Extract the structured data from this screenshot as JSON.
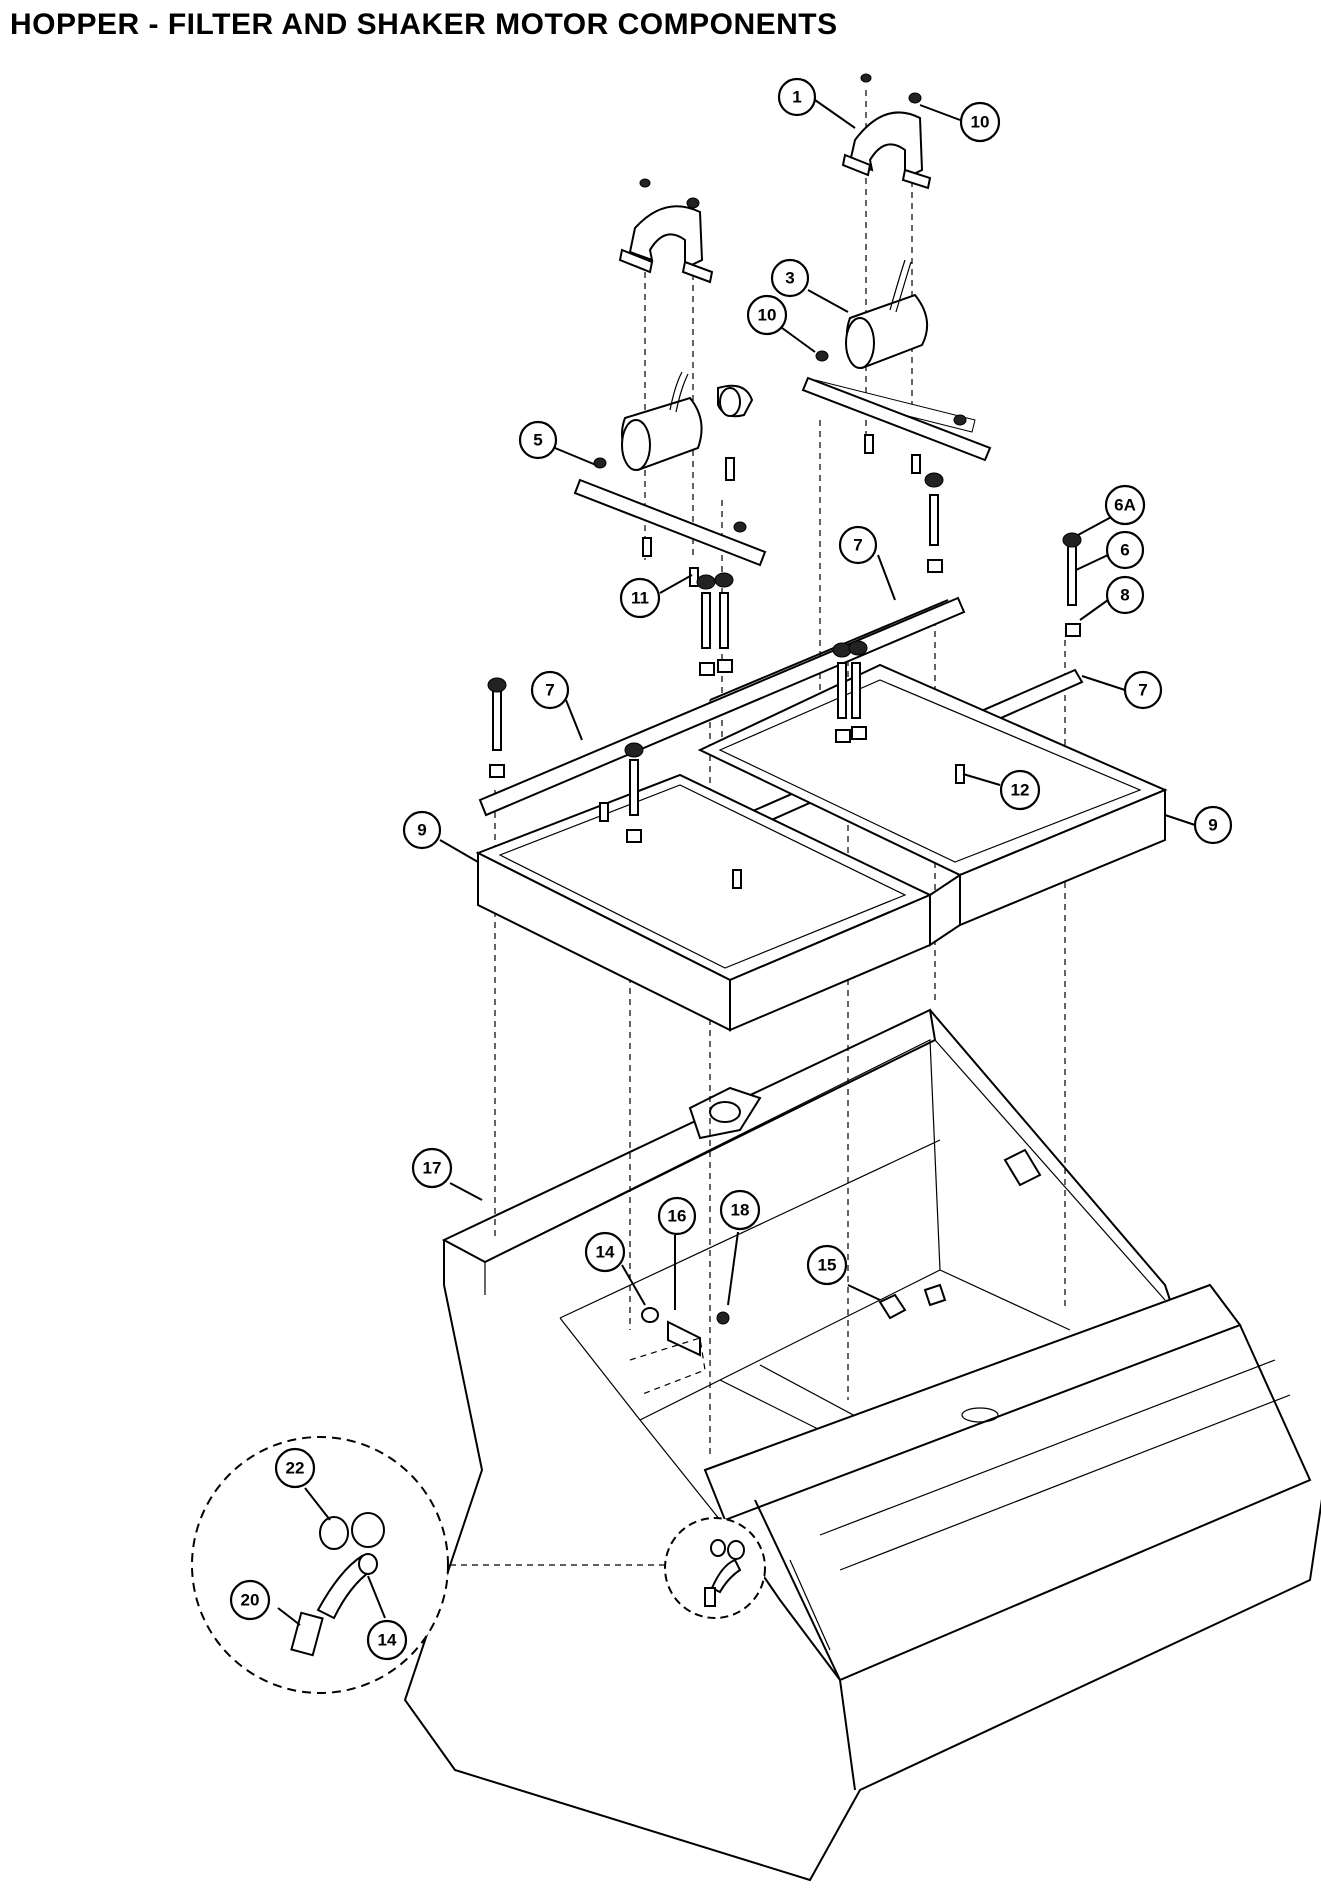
{
  "title": "HOPPER - FILTER AND SHAKER MOTOR COMPONENTS",
  "callouts": [
    {
      "label": "1"
    },
    {
      "label": "10"
    },
    {
      "label": "3"
    },
    {
      "label": "10"
    },
    {
      "label": "5"
    },
    {
      "label": "6A"
    },
    {
      "label": "6"
    },
    {
      "label": "7"
    },
    {
      "label": "8"
    },
    {
      "label": "11"
    },
    {
      "label": "7"
    },
    {
      "label": "7"
    },
    {
      "label": "12"
    },
    {
      "label": "9"
    },
    {
      "label": "9"
    },
    {
      "label": "17"
    },
    {
      "label": "16"
    },
    {
      "label": "18"
    },
    {
      "label": "14"
    },
    {
      "label": "15"
    },
    {
      "label": "22"
    },
    {
      "label": "20"
    },
    {
      "label": "14"
    }
  ]
}
